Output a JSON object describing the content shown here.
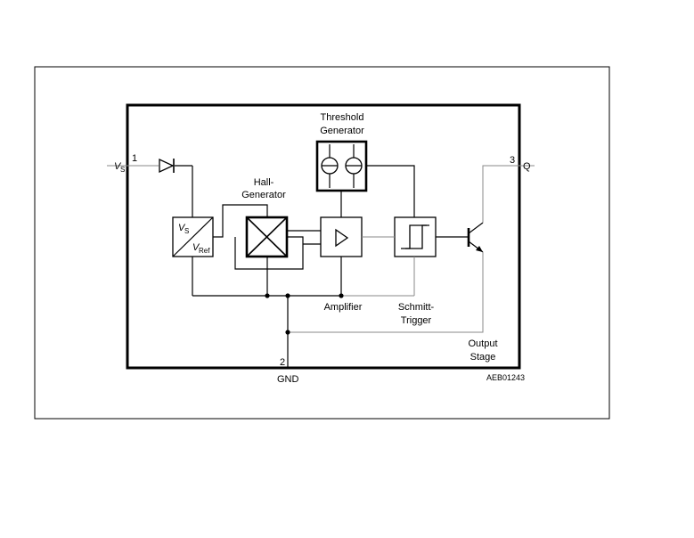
{
  "diagram": {
    "pins": {
      "vs_label": "V",
      "vs_sub": "S",
      "pin1": "1",
      "pin2": "2",
      "pin3": "3",
      "q_label": "Q",
      "gnd_label": "GND"
    },
    "blocks": {
      "threshold_line1": "Threshold",
      "threshold_line2": "Generator",
      "hall_line1": "Hall-",
      "hall_line2": "Generator",
      "regulator_vs": "V",
      "regulator_vs_sub": "S",
      "regulator_vref": "V",
      "regulator_vref_sub": "Ref",
      "amplifier": "Amplifier",
      "schmitt_line1": "Schmitt-",
      "schmitt_line2": "Trigger",
      "output_line1": "Output",
      "output_line2": "Stage"
    },
    "code": "AEB01243"
  }
}
